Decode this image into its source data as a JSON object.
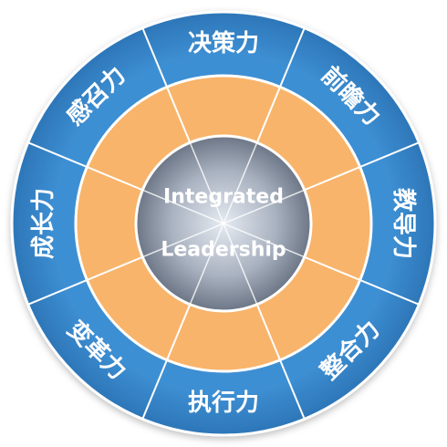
{
  "center": {
    "line1": "Integrated",
    "line2": "Leadership"
  },
  "segments": [
    {
      "label": "决策力"
    },
    {
      "label": "前瞻力"
    },
    {
      "label": "教导力"
    },
    {
      "label": "整合力"
    },
    {
      "label": "执行力"
    },
    {
      "label": "变革力"
    },
    {
      "label": "成长力"
    },
    {
      "label": "感召力"
    }
  ],
  "colors": {
    "outer_ring": "#3a8bcf",
    "outer_ring_dark": "#2a73b6",
    "middle_ring": "#f8b46a",
    "center": "#8a93a3",
    "center_light": "#d9e0ea",
    "divider": "#ffffff"
  }
}
